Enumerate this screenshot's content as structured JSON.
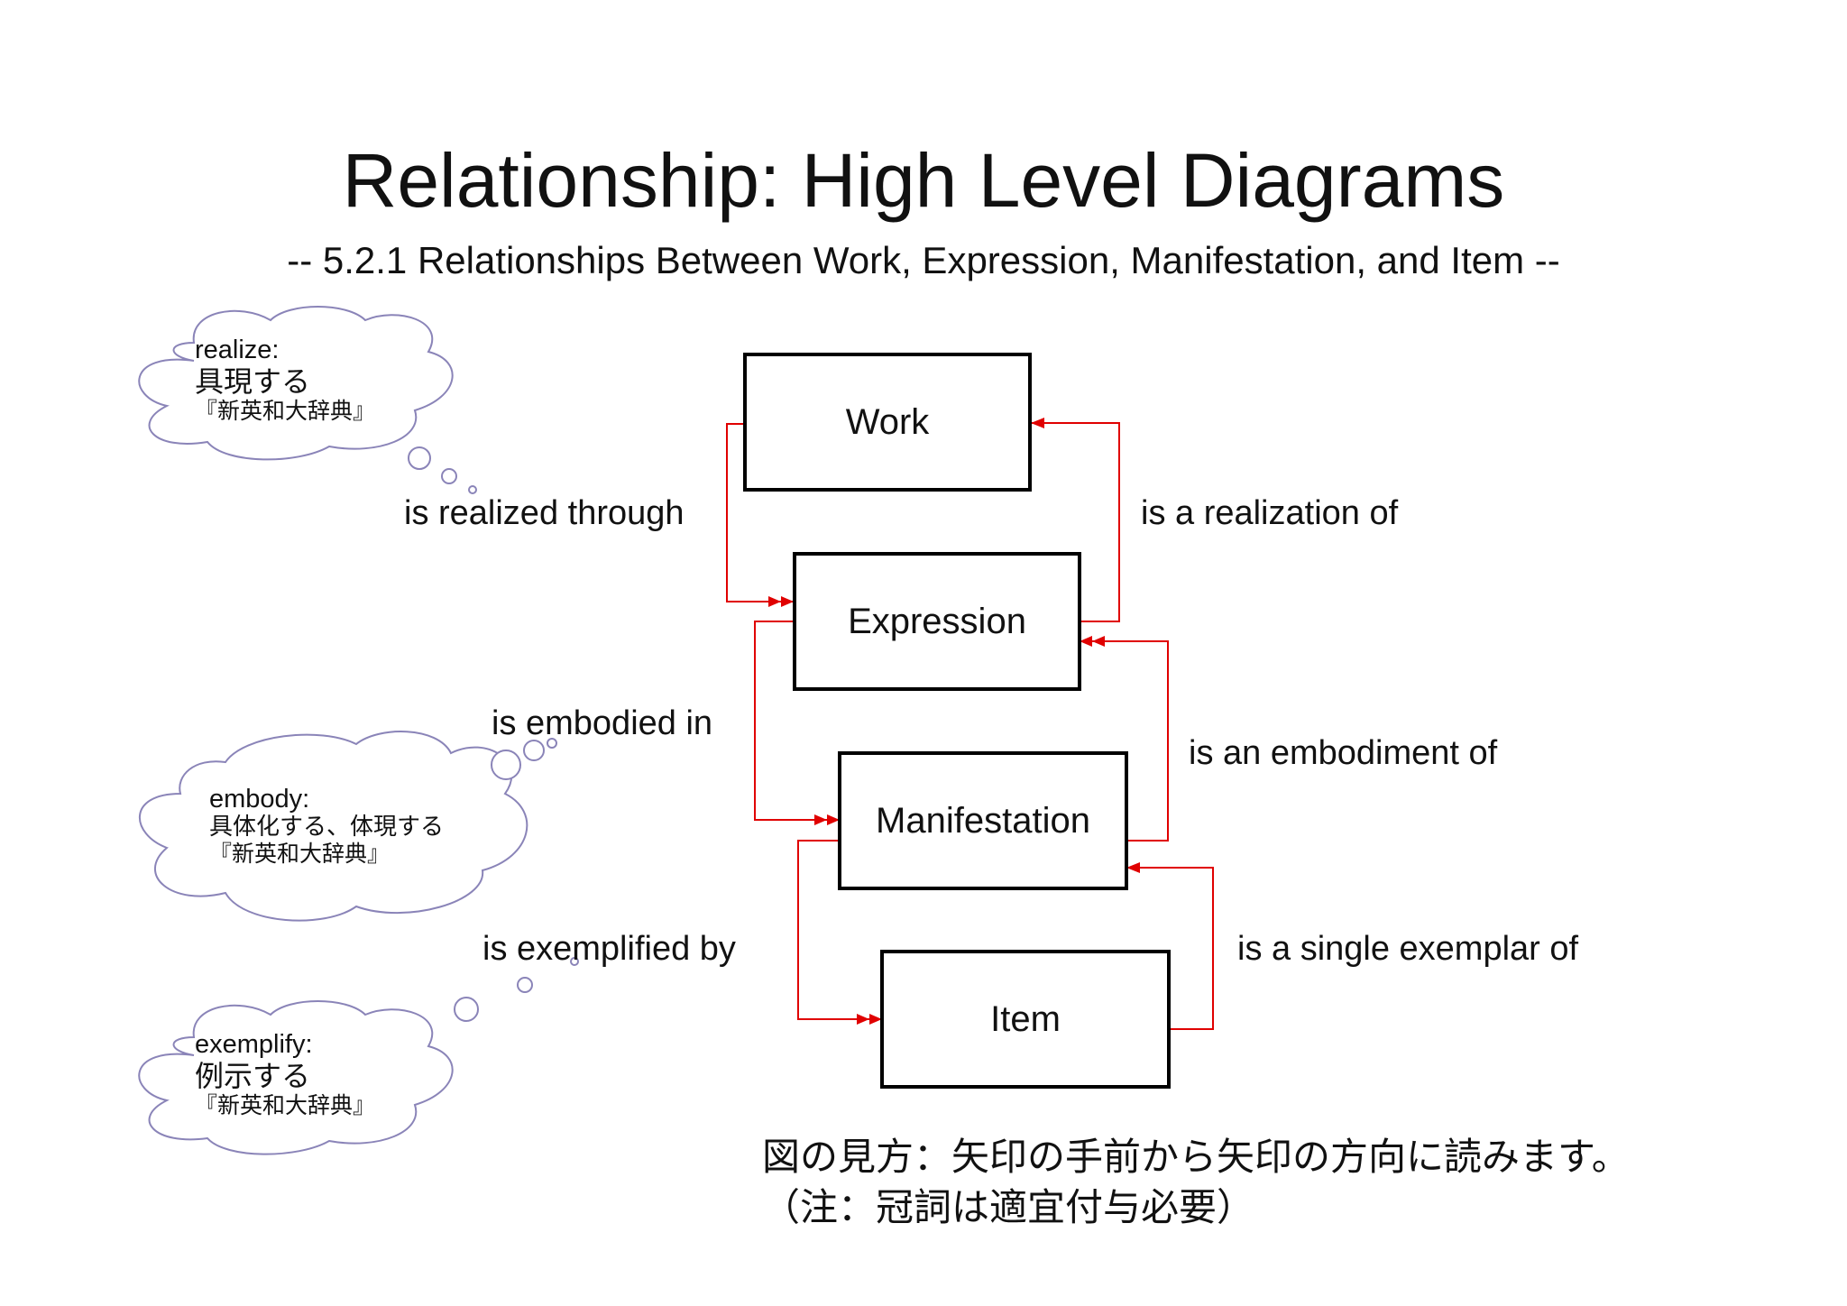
{
  "title": "Relationship: High Level Diagrams",
  "subtitle": "-- 5.2.1 Relationships Between Work, Expression, Manifestation, and Item --",
  "entities": {
    "work": "Work",
    "expression": "Expression",
    "manifestation": "Manifestation",
    "item": "Item"
  },
  "relationships": {
    "realized_through": "is realized through",
    "realization_of": "is a realization of",
    "embodied_in": "is embodied in",
    "embodiment_of": "is an embodiment of",
    "exemplified_by": "is exemplified by",
    "exemplar_of": "is a single exemplar of"
  },
  "clouds": {
    "realize": {
      "term": "realize:",
      "japanese": "具現する",
      "source": "『新英和大辞典』"
    },
    "embody": {
      "term": "embody:",
      "japanese": "具体化する、体現する",
      "source": "『新英和大辞典』"
    },
    "exemplify": {
      "term": "exemplify:",
      "japanese": "例示する",
      "source": "『新英和大辞典』"
    }
  },
  "note": {
    "line1": "図の見方：矢印の手前から矢印の方向に読みます。",
    "line2": "（注：冠詞は適宜付与必要）"
  },
  "colors": {
    "arrow": "#e00000",
    "cloud_outline": "#8a84b8",
    "box_border": "#000000"
  }
}
